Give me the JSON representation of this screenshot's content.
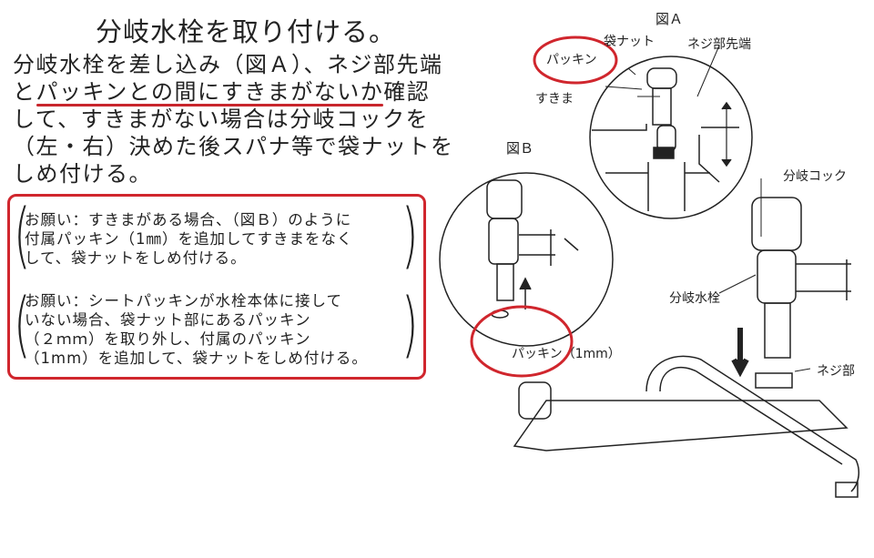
{
  "title": "分岐水栓を取り付ける。",
  "instructions": {
    "line1": "分岐水栓を差し込み（図Ａ）、ネジ部先端",
    "line2_pre": "と",
    "line2_underlined": "パッキンとの間にすきまがないか",
    "line2_post": "確認",
    "line3": "して、すきまがない場合は分岐コックを",
    "line4": "（左・右）決めた後スパナ等で袋ナットを",
    "line5": "しめ付ける。"
  },
  "notes": [
    {
      "lines": [
        "お願い：すきまがある場合、（図Ｂ）のように",
        "付属パッキン（1㎜）を追加してすきまをなく",
        "して、袋ナットをしめ付ける。"
      ]
    },
    {
      "lines": [
        "お願い：シートパッキンが水栓本体に接して",
        "いない場合、袋ナット部にあるパッキン",
        "（２ｍｍ）を取り外し、付属のパッキン",
        "（1mm）を追加して、袋ナットをしめ付ける。"
      ]
    }
  ],
  "figure_a": {
    "caption": "図Ａ",
    "labels": {
      "nut": "袋ナット",
      "thread_tip": "ネジ部先端",
      "packing": "パッキン",
      "gap": "すきま"
    }
  },
  "figure_b": {
    "caption": "図Ｂ",
    "labels": {
      "packing": "パッキン",
      "packing_size": "（1mm）"
    }
  },
  "main_figure": {
    "labels": {
      "branch_cock": "分岐コック",
      "branch_faucet": "分岐水栓",
      "thread": "ネジ部"
    }
  },
  "colors": {
    "highlight": "#d0262d"
  }
}
